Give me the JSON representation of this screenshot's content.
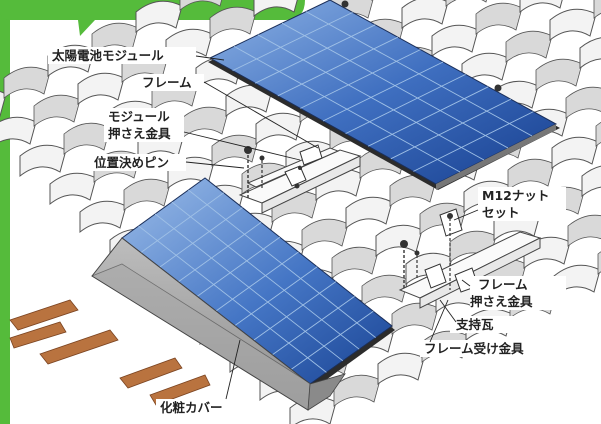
{
  "labels": {
    "module": "太陽電池モジュール",
    "frame": "フレーム",
    "module_clamp_1": "モジュール",
    "module_clamp_2": "押さえ金具",
    "position_pin": "位置決めピン",
    "nut_set_1": "M12ナット",
    "nut_set_2": "セット",
    "frame_clamp_1": "フレーム",
    "frame_clamp_2": "押さえ金具",
    "support_tile": "支持瓦",
    "frame_bracket": "フレーム受け金具",
    "cover": "化粧カバー"
  },
  "colors": {
    "speech_bubble": "#55bb3b",
    "panel_light": "#7fa9df",
    "panel_dark": "#173f8f",
    "roof_tile": "#f3f3f3",
    "outline": "#444444"
  }
}
